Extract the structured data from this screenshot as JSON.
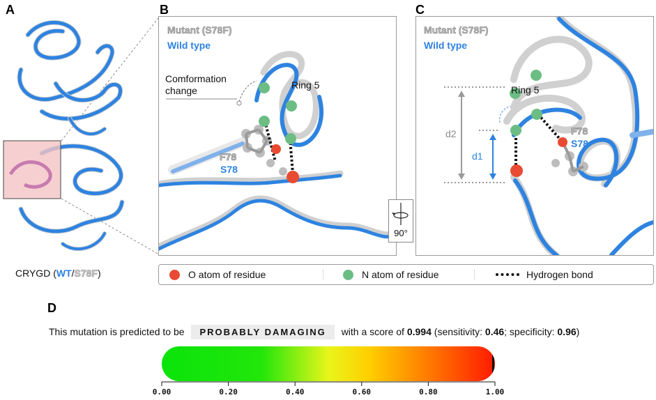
{
  "panels": {
    "a": "A",
    "b": "B",
    "c": "C",
    "d": "D"
  },
  "structure_caption": {
    "protein": "CRYGD (",
    "wt": "WT",
    "slash": "/",
    "mutant": "S78F",
    "close": ")"
  },
  "labels": {
    "mutant": "Mutant (S78F)",
    "wild_type": "Wild type",
    "conformation_change": "Comformation change",
    "ring5": "Ring 5",
    "mutant_residue": "F78",
    "wt_residue": "S78",
    "d1": "d1",
    "d2": "d2",
    "rotation": "90°"
  },
  "legend": {
    "o_atom": "O atom of residue",
    "n_atom": "N atom of residue",
    "hbond": "Hydrogen bond"
  },
  "colors": {
    "wild_type": "#2e83e0",
    "mutant": "#cfcfcf",
    "o_atom": "#e84b32",
    "n_atom": "#6cbd84",
    "highlight_box": "#f4c4c4"
  },
  "prediction": {
    "prefix": "This mutation is predicted to be",
    "verdict": "PROBABLY DAMAGING",
    "score_prefix": "with a score of",
    "score": "0.994",
    "sens_prefix": "(sensitivity:",
    "sensitivity": "0.46",
    "spec_prefix": "; specificity:",
    "specificity": "0.96",
    "suffix": ")"
  },
  "scale": {
    "min": 0,
    "max": 1,
    "marker_value": 0.994,
    "ticks": [
      "0.00",
      "0.20",
      "0.40",
      "0.60",
      "0.80",
      "1.00"
    ]
  }
}
